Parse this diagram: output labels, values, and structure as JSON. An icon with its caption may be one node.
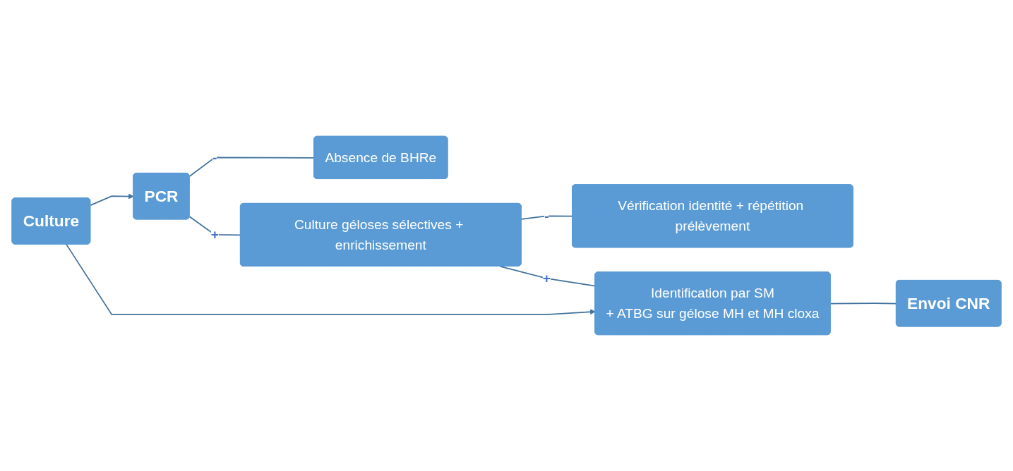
{
  "diagram": {
    "nodes": [
      {
        "text": [
          "PCR"
        ]
      },
      {
        "text": [
          "Absence de BHRe"
        ]
      },
      {
        "text": [
          "Culture géloses sélectives + enrichissement"
        ]
      },
      {
        "text": [
          "Vérification identité + répétition prélèvement"
        ]
      },
      {
        "text": [
          "Identification par SM",
          "+ ATBG sur gélose MH et MH cloxa"
        ]
      },
      {
        "text": [
          "Culture"
        ]
      },
      {
        "text": [
          "Envoi CNR"
        ]
      }
    ],
    "edges": [
      {
        "from": 0,
        "to": 1,
        "arrow": "none",
        "label": "-"
      },
      {
        "from": 0,
        "to": 2,
        "arrow": "none",
        "label": "+"
      },
      {
        "from": 2,
        "to": 3,
        "arrow": "none",
        "label": "-"
      },
      {
        "from": 2,
        "to": 4,
        "arrow": "none",
        "label": "+"
      },
      {
        "from": 5,
        "to": 0,
        "arrow": "to"
      },
      {
        "from": 5,
        "to": 4,
        "arrow": "to"
      },
      {
        "from": 4,
        "to": 6,
        "arrow": "none"
      }
    ]
  }
}
